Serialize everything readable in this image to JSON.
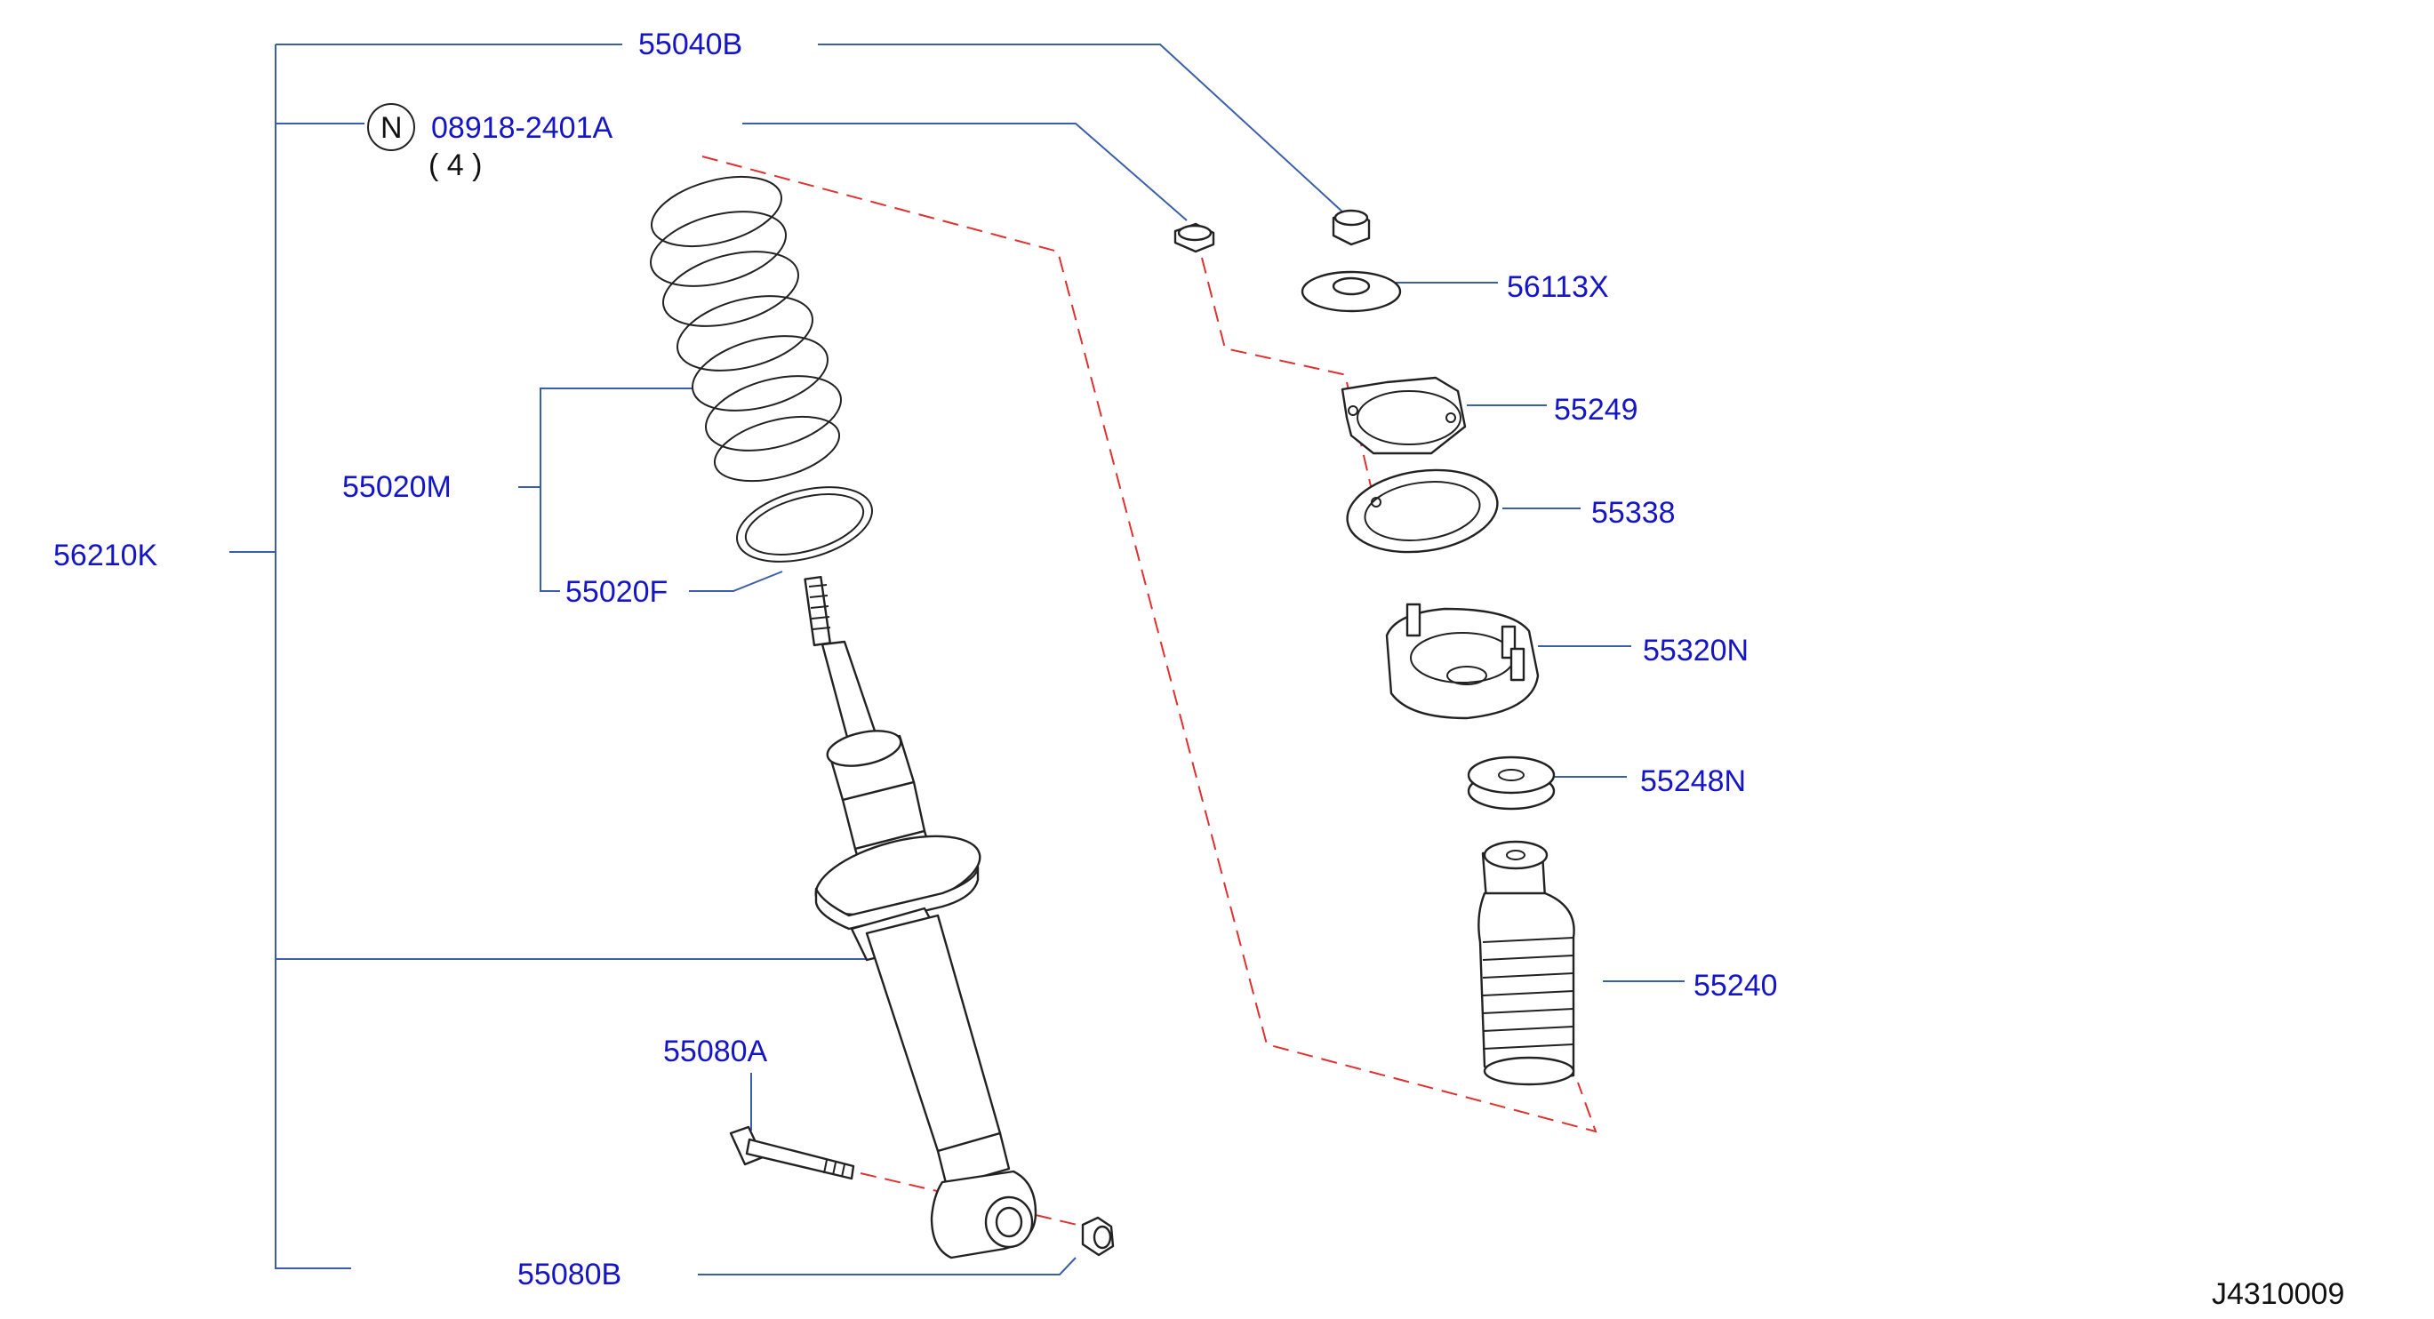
{
  "colors": {
    "label": "#1515c8",
    "leader_line": "#3a5fa8",
    "dashed_line": "#e03030",
    "part_outline": "#222222",
    "background": "#ffffff"
  },
  "labels": {
    "assembly": "56210K",
    "nut_top": "55040B",
    "nut_standard": "08918-2401A",
    "nut_standard_symbol": "N",
    "nut_standard_qty": "( 4 )",
    "spring_front": "55020M",
    "spring_seat": "55020F",
    "washer": "56113X",
    "mount_plate": "55249",
    "insulator": "55338",
    "mount": "55320N",
    "bound_bumper_cap": "55248N",
    "bound_bumper": "55240",
    "bolt": "55080A",
    "nut_lower": "55080B"
  },
  "diagram_code": "J4310009"
}
